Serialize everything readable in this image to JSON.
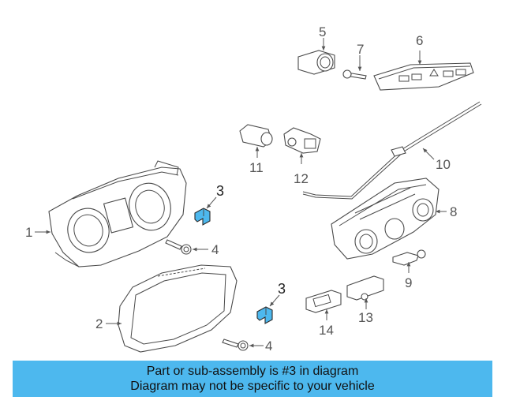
{
  "callouts": {
    "n1": "1",
    "n2": "2",
    "n3a": "3",
    "n3b": "3",
    "n4a": "4",
    "n4b": "4",
    "n5": "5",
    "n6": "6",
    "n7": "7",
    "n8": "8",
    "n9": "9",
    "n10": "10",
    "n11": "11",
    "n12": "12",
    "n13": "13",
    "n14": "14"
  },
  "banner": {
    "line1": "Part or sub-assembly is #3 in diagram",
    "line2": "Diagram may not be specific to your vehicle"
  },
  "colors": {
    "highlight": "#4db8ee",
    "banner_bg": "#4db8ee",
    "line": "#4a4a4a"
  }
}
